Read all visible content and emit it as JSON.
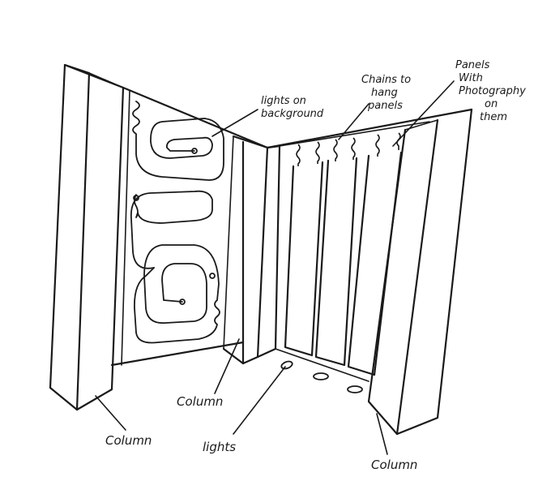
{
  "labels": {
    "lights_background_l1": "lights on",
    "lights_background_l2": "background",
    "chains_l1": "Chains to",
    "chains_l2": "hang",
    "chains_l3": "panels",
    "panels_l1": "Panels",
    "panels_l2": "With",
    "panels_l3": "Photography",
    "panels_l4": "on",
    "panels_l5": "them",
    "column_left": "Column",
    "column_middle": "Column",
    "column_right": "Column",
    "lights_floor": "lights"
  },
  "colors": {
    "ink": "#1a1a1a",
    "paper": "#ffffff"
  }
}
